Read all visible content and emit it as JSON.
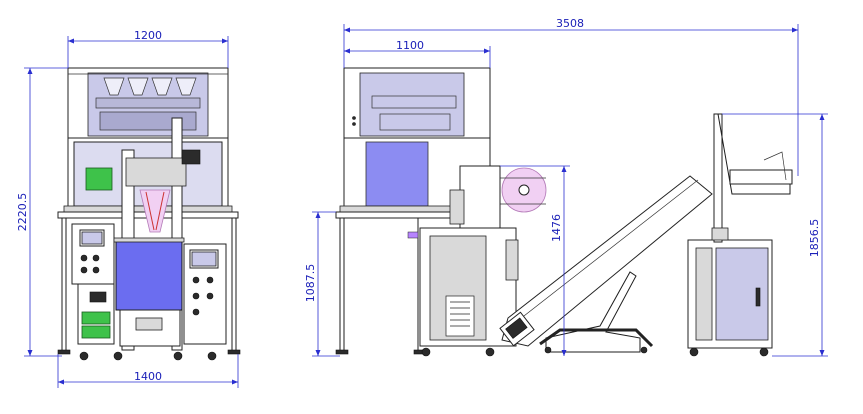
{
  "dimensions": {
    "front_top_width": "1200",
    "front_base_width": "1400",
    "front_height": "2220.5",
    "side_total_width": "3508",
    "side_top_width": "1100",
    "side_table_height": "1087.5",
    "film_height": "1476",
    "conveyor_height": "1856.5"
  },
  "colors": {
    "dimension_line": "#2a2fd0",
    "panel_blue": "#6b6df0",
    "panel_lavender": "#8c8cf2",
    "hmi_green": "#3ec24a",
    "film_roll_pink": "#f1d0f3"
  }
}
